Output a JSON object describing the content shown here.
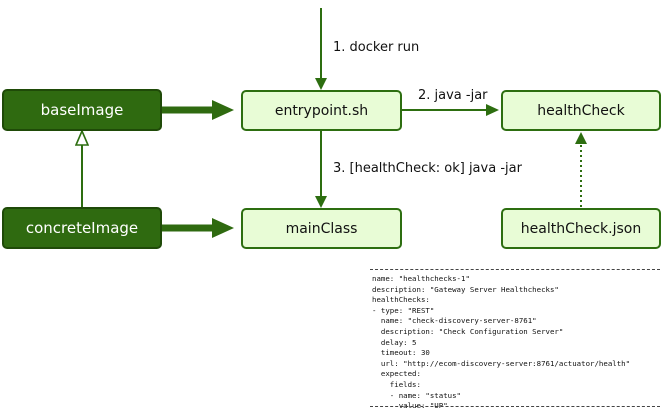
{
  "nodes": {
    "base_image": "baseImage",
    "concrete_image": "concreteImage",
    "entrypoint": "entrypoint.sh",
    "main_class": "mainClass",
    "health_check": "healthCheck",
    "health_check_json": "healthCheck.json"
  },
  "edges": {
    "docker_run": "1. docker run",
    "java_jar": "2. java -jar",
    "health_ok_java_jar": "3. [healthCheck: ok] java -jar"
  },
  "config_file": {
    "lines": [
      "name: \"healthchecks-1\"",
      "description: \"Gateway Server Healthchecks\"",
      "healthChecks:",
      "- type: \"REST\"",
      "  name: \"check-discovery-server-8761\"",
      "  description: \"Check Configuration Server\"",
      "  delay: 5",
      "  timeout: 30",
      "  url: \"http://ecom-discovery-server:8761/actuator/health\"",
      "  expected:",
      "    fields:",
      "    - name: \"status\"",
      "      value: \"UP\""
    ]
  },
  "colors": {
    "dark_green": "#2f6a10",
    "light_green": "#e8fcd6",
    "arrow_green": "#2d6e10"
  }
}
